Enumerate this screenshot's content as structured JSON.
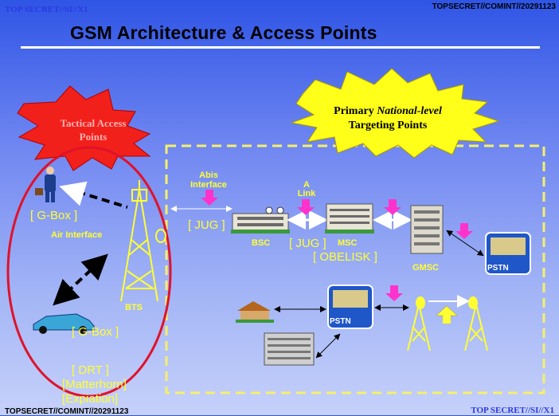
{
  "classification": {
    "top_left": "TOP SECRET//SI//X1",
    "top_right": "TOPSECRET//COMINT//20291123",
    "bottom_left": "TOPSECRET//COMINT//20291123",
    "bottom_right": "TOP SECRET//SI//X1"
  },
  "title": "GSM Architecture & Access Points",
  "starbursts": {
    "tactical": {
      "line1": "Tactical Access",
      "line2": "Points"
    },
    "primary": {
      "line1_a": "Primary ",
      "line1_b": "National-level",
      "line2": "Targeting Points"
    }
  },
  "labels": {
    "gbox_top": "[ G-Box ]",
    "air_interface": "Air Interface",
    "bts": "BTS",
    "gbox_bottom": "[ G-Box ]",
    "drt": "[ DRT ]",
    "matterhorn": "[Matterhorn]",
    "expiation": "[Expiation]",
    "abis_line1": "Abis",
    "abis_line2": "Interface",
    "a_line1": "A",
    "a_line2": "Link",
    "jug1": "[ JUG ]",
    "bsc": "BSC",
    "jug2": "[ JUG ]",
    "msc": "MSC",
    "obelisk": "[ OBELISK ]",
    "gmsc": "GMSC",
    "pstn_right": "PSTN",
    "pstn_lower": "PSTN"
  },
  "colors": {
    "label_yellow": "#ffff33",
    "ellipse_red": "#e0122a",
    "dashed_box": "#f5f06a",
    "arrow_magenta": "#ff33cc"
  }
}
